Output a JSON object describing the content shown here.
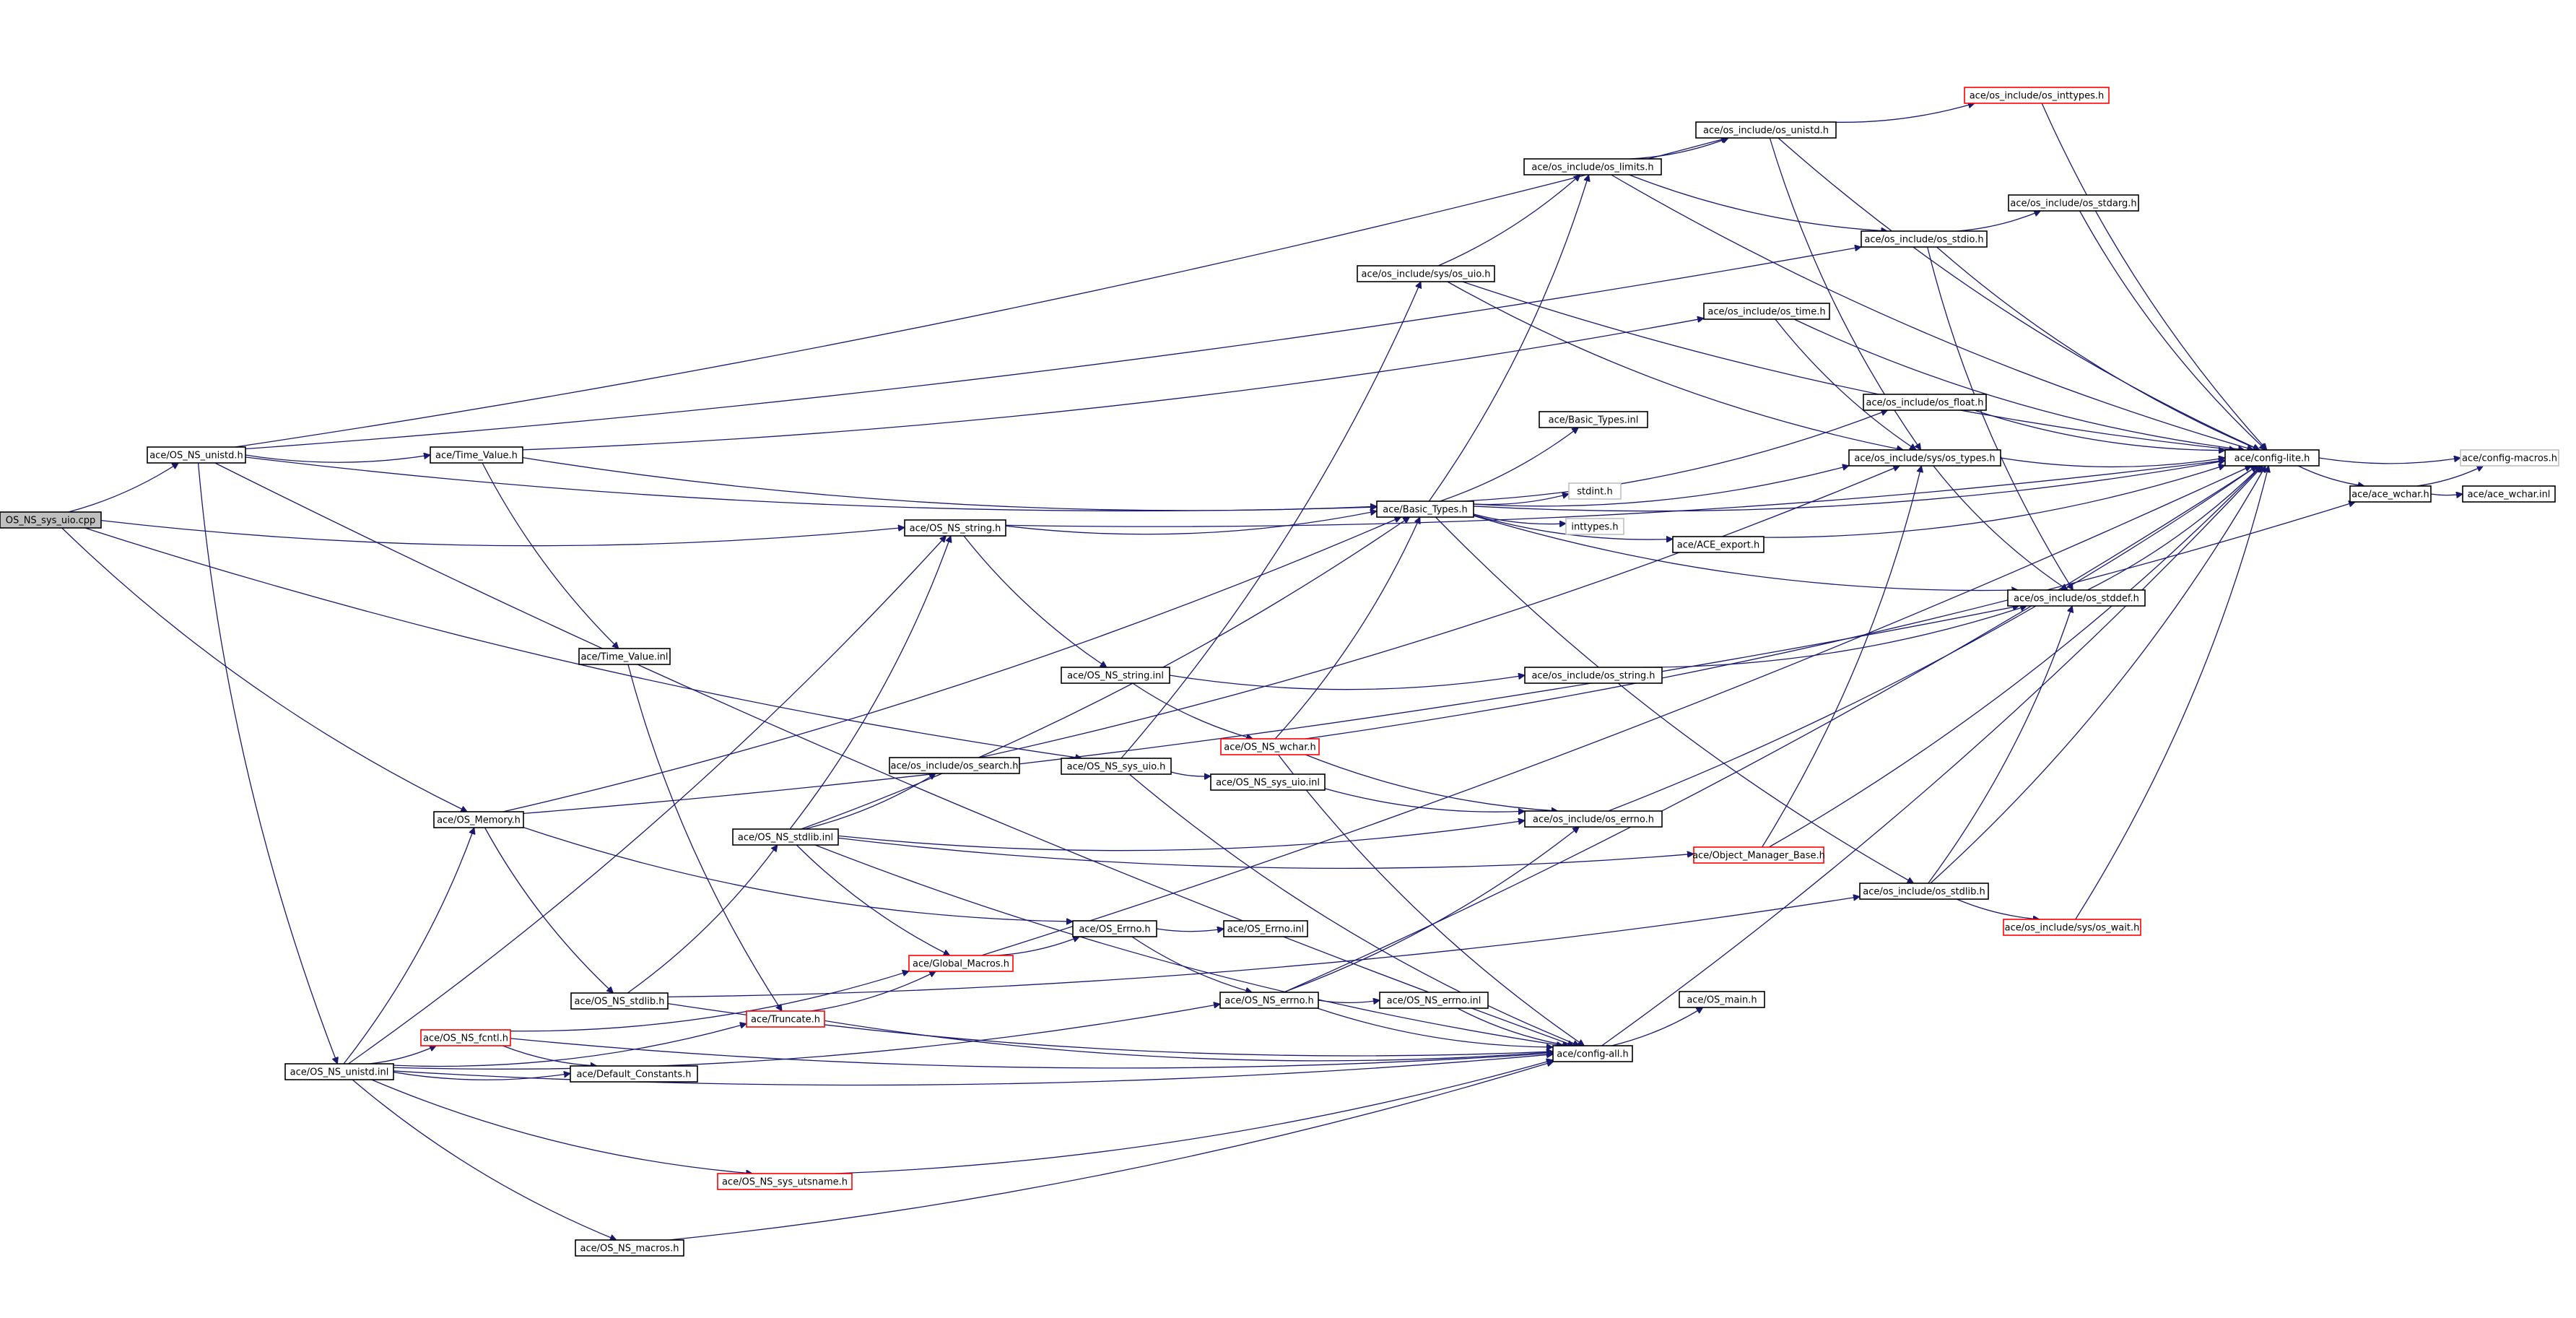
{
  "graph": {
    "title": "",
    "nodes": [
      {
        "id": "root",
        "label": "OS_NS_sys_uio.cpp",
        "style": "root"
      },
      {
        "id": "unistd_h",
        "label": "ace/OS_NS_unistd.h",
        "style": "normal"
      },
      {
        "id": "string_h",
        "label": "ace/OS_NS_string.h",
        "style": "normal"
      },
      {
        "id": "sys_uio_h",
        "label": "ace/OS_NS_sys_uio.h",
        "style": "normal"
      },
      {
        "id": "memory_h",
        "label": "ace/OS_Memory.h",
        "style": "normal"
      },
      {
        "id": "time_value_h",
        "label": "ace/Time_Value.h",
        "style": "normal"
      },
      {
        "id": "unistd_inl",
        "label": "ace/OS_NS_unistd.inl",
        "style": "normal"
      },
      {
        "id": "time_value_inl",
        "label": "ace/Time_Value.inl",
        "style": "normal"
      },
      {
        "id": "fcntl_h",
        "label": "ace/OS_NS_fcntl.h",
        "style": "truncated"
      },
      {
        "id": "default_constants",
        "label": "ace/Default_Constants.h",
        "style": "normal"
      },
      {
        "id": "ns_stdlib_h",
        "label": "ace/OS_NS_stdlib.h",
        "style": "normal"
      },
      {
        "id": "ns_macros",
        "label": "ace/OS_NS_macros.h",
        "style": "normal"
      },
      {
        "id": "truncate_h",
        "label": "ace/Truncate.h",
        "style": "truncated"
      },
      {
        "id": "utsname_h",
        "label": "ace/OS_NS_sys_utsname.h",
        "style": "truncated"
      },
      {
        "id": "ns_stdlib_inl",
        "label": "ace/OS_NS_stdlib.inl",
        "style": "normal"
      },
      {
        "id": "global_macros",
        "label": "ace/Global_Macros.h",
        "style": "truncated"
      },
      {
        "id": "os_search",
        "label": "ace/os_include/os_search.h",
        "style": "normal"
      },
      {
        "id": "ns_string_inl",
        "label": "ace/OS_NS_string.inl",
        "style": "normal"
      },
      {
        "id": "sys_uio_inl",
        "label": "ace/OS_NS_sys_uio.inl",
        "style": "normal"
      },
      {
        "id": "ns_wchar_h",
        "label": "ace/OS_NS_wchar.h",
        "style": "truncated"
      },
      {
        "id": "os_errno_h",
        "label": "ace/OS_Errno.h",
        "style": "normal"
      },
      {
        "id": "os_errno_inl",
        "label": "ace/OS_Errno.inl",
        "style": "normal"
      },
      {
        "id": "ns_errno_h",
        "label": "ace/OS_NS_errno.h",
        "style": "normal"
      },
      {
        "id": "ns_errno_inl",
        "label": "ace/OS_NS_errno.inl",
        "style": "normal"
      },
      {
        "id": "config_all",
        "label": "ace/config-all.h",
        "style": "normal"
      },
      {
        "id": "os_main",
        "label": "ace/OS_main.h",
        "style": "normal"
      },
      {
        "id": "sys_os_uio",
        "label": "ace/os_include/sys/os_uio.h",
        "style": "normal"
      },
      {
        "id": "basic_types_h",
        "label": "ace/Basic_Types.h",
        "style": "normal"
      },
      {
        "id": "basic_types_inl",
        "label": "ace/Basic_Types.inl",
        "style": "normal"
      },
      {
        "id": "stdint_h",
        "label": "stdint.h",
        "style": "external"
      },
      {
        "id": "inttypes_h",
        "label": "inttypes.h",
        "style": "external"
      },
      {
        "id": "ace_export",
        "label": "ace/ACE_export.h",
        "style": "normal"
      },
      {
        "id": "os_string_h",
        "label": "ace/os_include/os_string.h",
        "style": "normal"
      },
      {
        "id": "os_errno_inc",
        "label": "ace/os_include/os_errno.h",
        "style": "normal"
      },
      {
        "id": "obj_mgr_base",
        "label": "ace/Object_Manager_Base.h",
        "style": "truncated"
      },
      {
        "id": "os_limits",
        "label": "ace/os_include/os_limits.h",
        "style": "normal"
      },
      {
        "id": "os_unistd_inc",
        "label": "ace/os_include/os_unistd.h",
        "style": "normal"
      },
      {
        "id": "os_inttypes",
        "label": "ace/os_include/os_inttypes.h",
        "style": "truncated"
      },
      {
        "id": "os_stdio",
        "label": "ace/os_include/os_stdio.h",
        "style": "normal"
      },
      {
        "id": "os_stdarg",
        "label": "ace/os_include/os_stdarg.h",
        "style": "normal"
      },
      {
        "id": "os_time",
        "label": "ace/os_include/os_time.h",
        "style": "normal"
      },
      {
        "id": "os_float",
        "label": "ace/os_include/os_float.h",
        "style": "normal"
      },
      {
        "id": "sys_os_types",
        "label": "ace/os_include/sys/os_types.h",
        "style": "normal"
      },
      {
        "id": "os_stddef",
        "label": "ace/os_include/os_stddef.h",
        "style": "normal"
      },
      {
        "id": "os_stdlib_inc",
        "label": "ace/os_include/os_stdlib.h",
        "style": "normal"
      },
      {
        "id": "sys_os_wait",
        "label": "ace/os_include/sys/os_wait.h",
        "style": "truncated"
      },
      {
        "id": "config_lite",
        "label": "ace/config-lite.h",
        "style": "normal"
      },
      {
        "id": "ace_wchar_h",
        "label": "ace/ace_wchar.h",
        "style": "normal"
      },
      {
        "id": "config_macros",
        "label": "ace/config-macros.h",
        "style": "external"
      },
      {
        "id": "ace_wchar_inl",
        "label": "ace/ace_wchar.inl",
        "style": "normal"
      }
    ],
    "edges": [
      [
        "root",
        "unistd_h"
      ],
      [
        "root",
        "string_h"
      ],
      [
        "root",
        "sys_uio_h"
      ],
      [
        "root",
        "memory_h"
      ],
      [
        "unistd_h",
        "time_value_h"
      ],
      [
        "unistd_h",
        "unistd_inl"
      ],
      [
        "unistd_h",
        "basic_types_h"
      ],
      [
        "unistd_h",
        "os_unistd_inc"
      ],
      [
        "unistd_h",
        "os_stdio"
      ],
      [
        "unistd_h",
        "config_all"
      ],
      [
        "time_value_h",
        "basic_types_h"
      ],
      [
        "time_value_h",
        "os_time"
      ],
      [
        "time_value_h",
        "time_value_inl"
      ],
      [
        "time_value_inl",
        "truncate_h"
      ],
      [
        "string_h",
        "basic_types_h"
      ],
      [
        "string_h",
        "ns_string_inl"
      ],
      [
        "string_h",
        "config_lite"
      ],
      [
        "ns_string_inl",
        "ns_wchar_h"
      ],
      [
        "ns_string_inl",
        "os_string_h"
      ],
      [
        "memory_h",
        "basic_types_h"
      ],
      [
        "memory_h",
        "os_stddef"
      ],
      [
        "memory_h",
        "os_errno_h"
      ],
      [
        "memory_h",
        "ns_stdlib_h"
      ],
      [
        "unistd_inl",
        "memory_h"
      ],
      [
        "unistd_inl",
        "string_h"
      ],
      [
        "unistd_inl",
        "fcntl_h"
      ],
      [
        "unistd_inl",
        "default_constants"
      ],
      [
        "unistd_inl",
        "truncate_h"
      ],
      [
        "unistd_inl",
        "ns_errno_h"
      ],
      [
        "unistd_inl",
        "utsname_h"
      ],
      [
        "unistd_inl",
        "ns_macros"
      ],
      [
        "unistd_inl",
        "config_all"
      ],
      [
        "fcntl_h",
        "global_macros"
      ],
      [
        "fcntl_h",
        "default_constants"
      ],
      [
        "fcntl_h",
        "config_all"
      ],
      [
        "ns_stdlib_h",
        "ns_stdlib_inl"
      ],
      [
        "ns_stdlib_h",
        "config_all"
      ],
      [
        "ns_stdlib_h",
        "os_stdlib_inc"
      ],
      [
        "ns_stdlib_inl",
        "string_h"
      ],
      [
        "ns_stdlib_inl",
        "basic_types_h"
      ],
      [
        "ns_stdlib_inl",
        "os_search"
      ],
      [
        "ns_stdlib_inl",
        "os_errno_inc"
      ],
      [
        "ns_stdlib_inl",
        "obj_mgr_base"
      ],
      [
        "ns_stdlib_inl",
        "global_macros"
      ],
      [
        "ns_stdlib_inl",
        "config_all"
      ],
      [
        "truncate_h",
        "global_macros"
      ],
      [
        "truncate_h",
        "config_all"
      ],
      [
        "global_macros",
        "os_errno_h"
      ],
      [
        "global_macros",
        "config_lite"
      ],
      [
        "os_errno_h",
        "os_errno_inl"
      ],
      [
        "os_errno_h",
        "ns_errno_h"
      ],
      [
        "ns_errno_h",
        "os_errno_inc"
      ],
      [
        "ns_errno_h",
        "ns_errno_inl"
      ],
      [
        "ns_errno_h",
        "config_all"
      ],
      [
        "ns_errno_h",
        "config_lite"
      ],
      [
        "ns_errno_inl",
        "config_all"
      ],
      [
        "utsname_h",
        "config_all"
      ],
      [
        "ns_macros",
        "config_all"
      ],
      [
        "os_search",
        "sys_os_types"
      ],
      [
        "sys_uio_h",
        "sys_os_uio"
      ],
      [
        "sys_uio_h",
        "sys_uio_inl"
      ],
      [
        "sys_uio_h",
        "config_all"
      ],
      [
        "sys_uio_inl",
        "os_errno_inc"
      ],
      [
        "ns_wchar_h",
        "basic_types_h"
      ],
      [
        "ns_wchar_h",
        "os_errno_inc"
      ],
      [
        "ns_wchar_h",
        "config_all"
      ],
      [
        "ns_wchar_h",
        "ace_wchar_h"
      ],
      [
        "os_errno_inc",
        "config_lite"
      ],
      [
        "config_all",
        "os_main"
      ],
      [
        "config_all",
        "config_lite"
      ],
      [
        "sys_os_uio",
        "os_limits"
      ],
      [
        "sys_os_uio",
        "sys_os_types"
      ],
      [
        "sys_os_uio",
        "config_lite"
      ],
      [
        "basic_types_h",
        "basic_types_inl"
      ],
      [
        "basic_types_h",
        "stdint_h"
      ],
      [
        "basic_types_h",
        "inttypes_h"
      ],
      [
        "basic_types_h",
        "ace_export"
      ],
      [
        "basic_types_h",
        "os_limits"
      ],
      [
        "basic_types_h",
        "os_float"
      ],
      [
        "basic_types_h",
        "sys_os_types"
      ],
      [
        "basic_types_h",
        "os_stddef"
      ],
      [
        "basic_types_h",
        "os_stdlib_inc"
      ],
      [
        "basic_types_h",
        "config_lite"
      ],
      [
        "ace_export",
        "config_lite"
      ],
      [
        "os_limits",
        "os_unistd_inc"
      ],
      [
        "os_limits",
        "os_stdio"
      ],
      [
        "os_limits",
        "config_lite"
      ],
      [
        "os_unistd_inc",
        "os_inttypes"
      ],
      [
        "os_unistd_inc",
        "sys_os_types"
      ],
      [
        "os_unistd_inc",
        "config_lite"
      ],
      [
        "os_inttypes",
        "config_lite"
      ],
      [
        "os_stdio",
        "os_stdarg"
      ],
      [
        "os_stdio",
        "os_stddef"
      ],
      [
        "os_stdio",
        "config_lite"
      ],
      [
        "os_stdarg",
        "config_lite"
      ],
      [
        "os_time",
        "sys_os_types"
      ],
      [
        "os_time",
        "config_lite"
      ],
      [
        "os_float",
        "config_lite"
      ],
      [
        "sys_os_types",
        "os_stddef"
      ],
      [
        "sys_os_types",
        "config_lite"
      ],
      [
        "os_stddef",
        "config_lite"
      ],
      [
        "os_stdlib_inc",
        "os_stddef"
      ],
      [
        "os_stdlib_inc",
        "sys_os_wait"
      ],
      [
        "os_stdlib_inc",
        "config_lite"
      ],
      [
        "sys_os_wait",
        "config_lite"
      ],
      [
        "obj_mgr_base",
        "sys_os_types"
      ],
      [
        "obj_mgr_base",
        "config_lite"
      ],
      [
        "os_string_h",
        "os_stddef"
      ],
      [
        "config_lite",
        "config_macros"
      ],
      [
        "config_lite",
        "ace_wchar_h"
      ],
      [
        "ace_wchar_h",
        "config_macros"
      ],
      [
        "ace_wchar_h",
        "ace_wchar_inl"
      ]
    ]
  }
}
